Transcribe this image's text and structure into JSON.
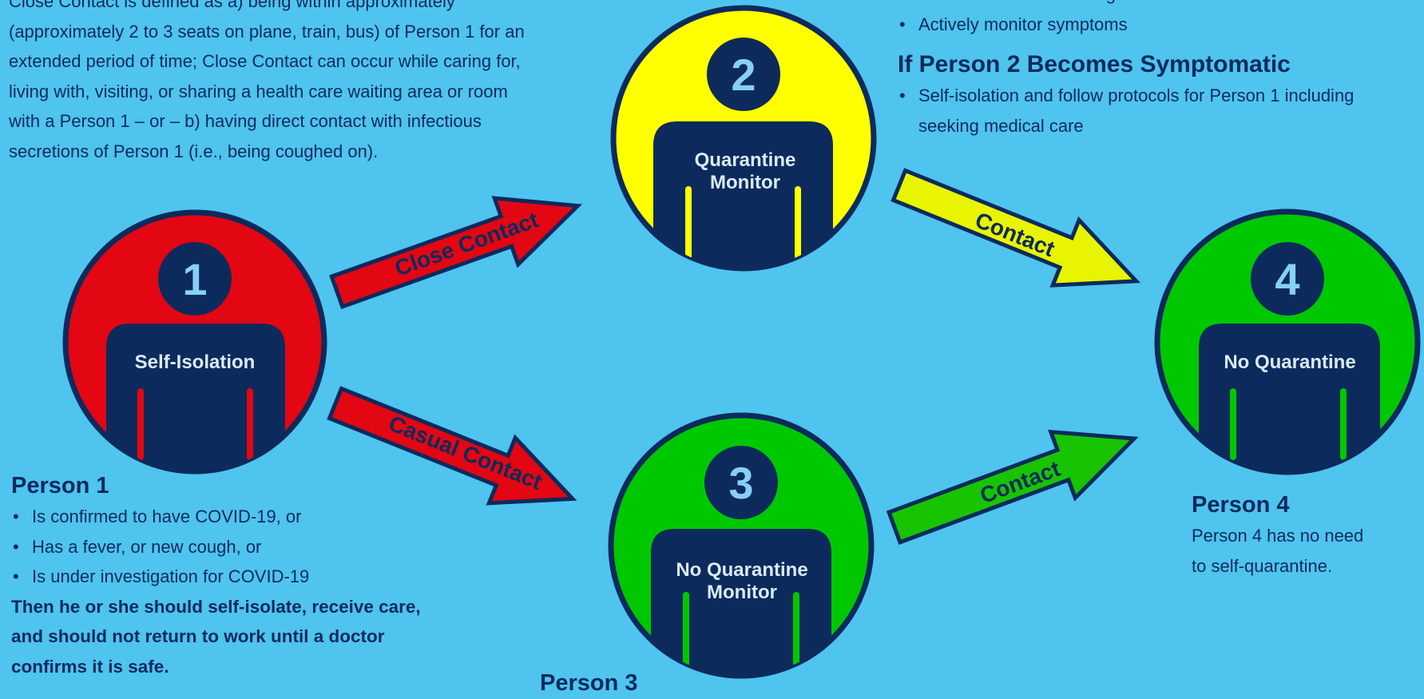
{
  "intro_text": {
    "lines": [
      "Close Contact is defined as a) being within approximately",
      "(approximately 2 to 3 seats on plane, train, bus) of Person 1 for an",
      "extended period of time; Close Contact can occur while caring for,",
      "living with, visiting, or sharing a health care waiting area or room",
      "with a Person 1 – or – b) having direct contact with infectious",
      "secretions of Person 1 (i.e., being coughed on)."
    ]
  },
  "person2_panel": {
    "bullets_top": [
      "Practice social distancing",
      "Actively monitor symptoms"
    ],
    "symptomatic_heading": "If Person 2 Becomes Symptomatic",
    "symptomatic_bullet_line1": "Self-isolation and follow protocols for Person 1 including",
    "symptomatic_bullet_line2": "seeking medical care"
  },
  "nodes": {
    "n1": {
      "number": "1",
      "label_lines": [
        "Self-Isolation"
      ],
      "fill": "#e30613",
      "stripe": "#e30613"
    },
    "n2": {
      "number": "2",
      "label_lines": [
        "Quarantine",
        "Monitor"
      ],
      "fill": "#ffff00",
      "stripe": "#ffff00"
    },
    "n3": {
      "number": "3",
      "label_lines": [
        "No Quarantine",
        "Monitor"
      ],
      "fill": "#00c800",
      "stripe": "#00c800"
    },
    "n4": {
      "number": "4",
      "label_lines": [
        "No Quarantine"
      ],
      "fill": "#00c800",
      "stripe": "#00c800"
    }
  },
  "arrows": {
    "a12": "Close Contact",
    "a13": "Casual Contact",
    "a24": "Contact",
    "a34": "Contact"
  },
  "person1": {
    "heading": "Person 1",
    "bullets": [
      "Is confirmed to have COVID-19, or",
      "Has a fever, or new cough, or",
      "Is under investigation for COVID-19"
    ],
    "conclusion": [
      "Then he or she should self-isolate, receive care,",
      "and should not return to work until a doctor",
      "confirms it is safe."
    ]
  },
  "person3": {
    "heading": "Person 3"
  },
  "person4": {
    "heading": "Person 4",
    "lines": [
      "Person 4 has no need",
      "to self-quarantine."
    ]
  },
  "colors": {
    "background": "#4ec4ef",
    "navy": "#0d2a5c",
    "red": "#e30613",
    "yellow": "#ffff00",
    "green": "#00c800"
  }
}
